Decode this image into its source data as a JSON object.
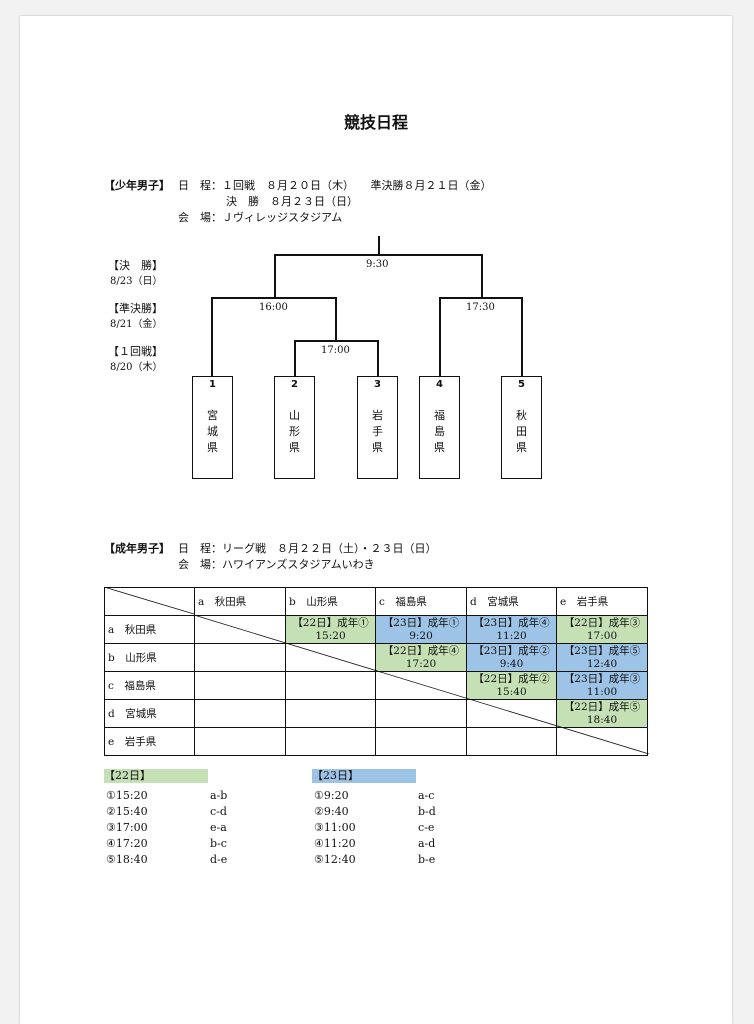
{
  "title": "競技日程",
  "boys": {
    "label": "【少年男子】",
    "schedule_line1": "日　程：１回戦　８月２０日（木）　　準決勝８月２１日（金）",
    "schedule_line2": "決　勝　８月２３日（日）",
    "venue_line": "会　場：Ｊヴィレッジスタジアム",
    "rounds": [
      {
        "name": "【決　勝】",
        "date": "8/23（日）"
      },
      {
        "name": "【準決勝】",
        "date": "8/21（金）"
      },
      {
        "name": "【１回戦】",
        "date": "8/20（木）"
      }
    ],
    "times": {
      "final": "9:30",
      "semi_left": "16:00",
      "semi_right": "17:30",
      "first_round": "17:00"
    },
    "teams": [
      {
        "num": "1",
        "name": "宮城県"
      },
      {
        "num": "2",
        "name": "山形県"
      },
      {
        "num": "3",
        "name": "岩手県"
      },
      {
        "num": "4",
        "name": "福島県"
      },
      {
        "num": "5",
        "name": "秋田県"
      }
    ]
  },
  "adult": {
    "label": "【成年男子】",
    "schedule_line": "日　程：リーグ戦　８月２２日（土）・２３日（日）",
    "venue_line": "会　場：ハワイアンズスタジアムいわき",
    "columns": [
      "a　秋田県",
      "b　山形県",
      "c　福島県",
      "d　宮城県",
      "e　岩手県"
    ],
    "rows": [
      "a　秋田県",
      "b　山形県",
      "c　福島県",
      "d　宮城県",
      "e　岩手県"
    ],
    "cells": {
      "ab": {
        "line1": "【22日】成年①",
        "line2": "15:20"
      },
      "ac": {
        "line1": "【23日】成年①",
        "line2": "9:20"
      },
      "ad": {
        "line1": "【23日】成年④",
        "line2": "11:20"
      },
      "ae": {
        "line1": "【22日】成年③",
        "line2": "17:00"
      },
      "bc": {
        "line1": "【22日】成年④",
        "line2": "17:20"
      },
      "bd": {
        "line1": "【23日】成年②",
        "line2": "9:40"
      },
      "be": {
        "line1": "【23日】成年⑤",
        "line2": "12:40"
      },
      "cd": {
        "line1": "【22日】成年②",
        "line2": "15:40"
      },
      "ce": {
        "line1": "【23日】成年③",
        "line2": "11:00"
      },
      "de": {
        "line1": "【22日】成年⑤",
        "line2": "18:40"
      }
    },
    "day22": {
      "label": "【22日】",
      "color": "#c5e0b4",
      "matches": [
        {
          "time": "①15:20",
          "pair": "a-b"
        },
        {
          "time": "②15:40",
          "pair": "c-d"
        },
        {
          "time": "③17:00",
          "pair": "e-a"
        },
        {
          "time": "④17:20",
          "pair": "b-c"
        },
        {
          "time": "⑤18:40",
          "pair": "d-e"
        }
      ]
    },
    "day23": {
      "label": "【23日】",
      "color": "#9dc3e6",
      "matches": [
        {
          "time": "①9:20",
          "pair": "a-c"
        },
        {
          "time": "②9:40",
          "pair": "b-d"
        },
        {
          "time": "③11:00",
          "pair": "c-e"
        },
        {
          "time": "④11:20",
          "pair": "a-d"
        },
        {
          "time": "⑤12:40",
          "pair": "b-e"
        }
      ]
    }
  }
}
